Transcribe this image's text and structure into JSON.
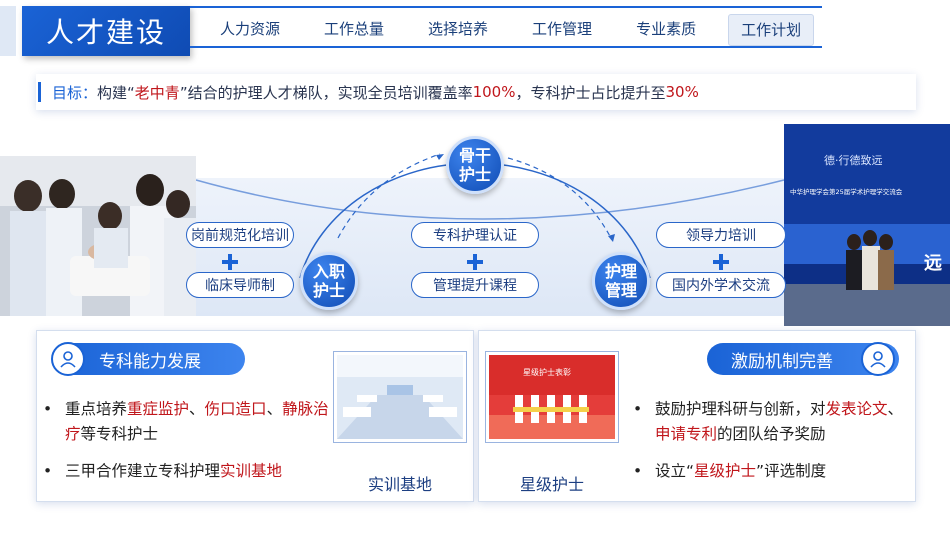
{
  "header": {
    "title": "人才建设",
    "tabs": [
      {
        "label": "人力资源",
        "active": false
      },
      {
        "label": "工作总量",
        "active": false
      },
      {
        "label": "选择培养",
        "active": false
      },
      {
        "label": "工作管理",
        "active": false
      },
      {
        "label": "专业素质",
        "active": false
      },
      {
        "label": "工作计划",
        "active": true
      }
    ]
  },
  "goal": {
    "label": "目标：",
    "t1": "构建“",
    "h1": "老中青",
    "t2": "”结合的护理人才梯队，实现全员培训覆盖率 ",
    "h2": "100%",
    "t3": " ，专科护士占比提升至 ",
    "h3": "30%"
  },
  "diagram": {
    "nodes": {
      "entry": "入职\n护士",
      "backbone": "骨干\n护士",
      "manager": "护理\n管理"
    },
    "left_pills": [
      "岗前规范化培训",
      "临床导师制"
    ],
    "middle_pills": [
      "专科护理认证",
      "管理提升课程"
    ],
    "right_pills": [
      "领导力培训",
      "国内外学术交流"
    ]
  },
  "panel_left": {
    "title": "专科能力发展",
    "b1_t1": "重点培养",
    "b1_h1": "重症监护",
    "b1_s1": "、",
    "b1_h2": "伤口造口",
    "b1_s2": "、",
    "b1_h3": "静脉治疗",
    "b1_t2": "等专科护士",
    "b2_t1": "三甲合作建立专科护理",
    "b2_h1": "实训基地",
    "pic_label": "实训基地"
  },
  "panel_right": {
    "title": "激励机制完善",
    "pic_label": "星级护士",
    "pic_banner": "星级护士表彰",
    "b1_t1": "鼓励护理科研与创新，对",
    "b1_h1": "发表论文",
    "b1_s1": "、",
    "b1_h2": "申请专利",
    "b1_t2": "的团队给予奖励",
    "b2_t1": "设立“",
    "b2_h1": "星级护士",
    "b2_t2": "”评选制度"
  },
  "photo_right": {
    "banner_text": "中华护理学会第25届学术护理学交流会",
    "side_text": "远"
  },
  "colors": {
    "primary": "#1a63d6",
    "accent_red": "#c0161b",
    "text_dark": "#1d3f82"
  }
}
